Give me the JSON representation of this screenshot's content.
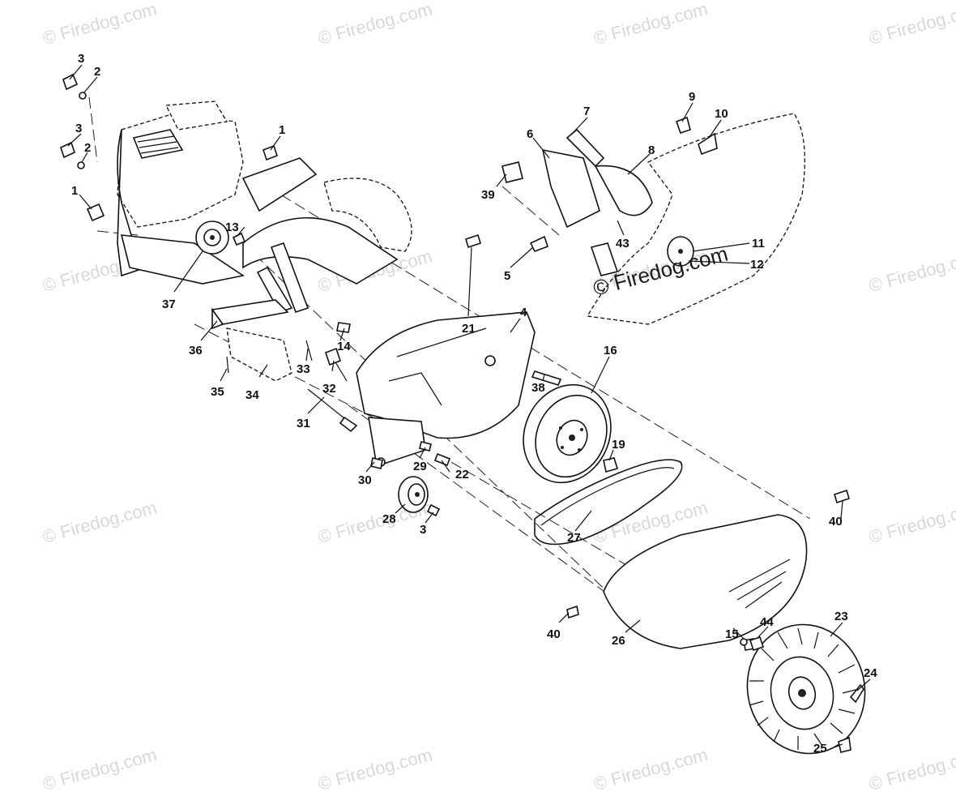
{
  "watermark": {
    "text": "© Firedog.com",
    "center_text": "© Firedog.com"
  },
  "callouts": [
    {
      "label": "1"
    },
    {
      "label": "1"
    },
    {
      "label": "2"
    },
    {
      "label": "2"
    },
    {
      "label": "3"
    },
    {
      "label": "3"
    },
    {
      "label": "3"
    },
    {
      "label": "4"
    },
    {
      "label": "5"
    },
    {
      "label": "6"
    },
    {
      "label": "7"
    },
    {
      "label": "8"
    },
    {
      "label": "9"
    },
    {
      "label": "10"
    },
    {
      "label": "11"
    },
    {
      "label": "12"
    },
    {
      "label": "13"
    },
    {
      "label": "14"
    },
    {
      "label": "15"
    },
    {
      "label": "16"
    },
    {
      "label": "19"
    },
    {
      "label": "21"
    },
    {
      "label": "22"
    },
    {
      "label": "23"
    },
    {
      "label": "24"
    },
    {
      "label": "25"
    },
    {
      "label": "26"
    },
    {
      "label": "27"
    },
    {
      "label": "28"
    },
    {
      "label": "29"
    },
    {
      "label": "30"
    },
    {
      "label": "31"
    },
    {
      "label": "32"
    },
    {
      "label": "33"
    },
    {
      "label": "34"
    },
    {
      "label": "35"
    },
    {
      "label": "36"
    },
    {
      "label": "37"
    },
    {
      "label": "38"
    },
    {
      "label": "39"
    },
    {
      "label": "40"
    },
    {
      "label": "40"
    },
    {
      "label": "43"
    },
    {
      "label": "44"
    }
  ]
}
